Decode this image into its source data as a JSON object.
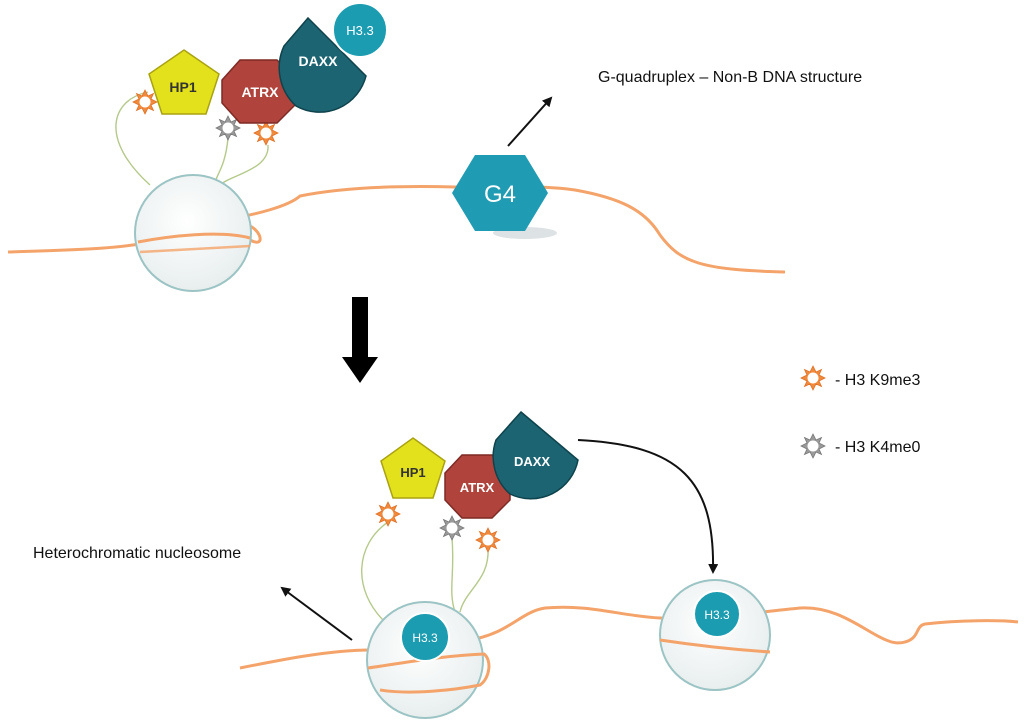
{
  "top": {
    "g4_label": "G4",
    "g4_caption": "G-quadruplex – Non-B DNA structure",
    "hp1_label": "HP1",
    "atrx_label": "ATRX",
    "daxx_label": "DAXX",
    "h33_label": "H3.3"
  },
  "bottom": {
    "hp1_label": "HP1",
    "atrx_label": "ATRX",
    "daxx_label": "DAXX",
    "h33_left_label": "H3.3",
    "h33_right_label": "H3.3",
    "nucleosome_caption": "Heterochromatic nucleosome"
  },
  "legend": {
    "k9me3": "- H3 K9me3",
    "k4me0": "- H3 K4me0"
  },
  "colors": {
    "dna": "#F4A46A",
    "hp1": "#E3E11B",
    "atrx": "#B0433B",
    "daxx": "#1C6472",
    "h33": "#1B9CB0",
    "g4": "#1F9BB3",
    "mark_k9me3": "#F08A3C",
    "mark_k4me0": "#9A9A9A"
  }
}
